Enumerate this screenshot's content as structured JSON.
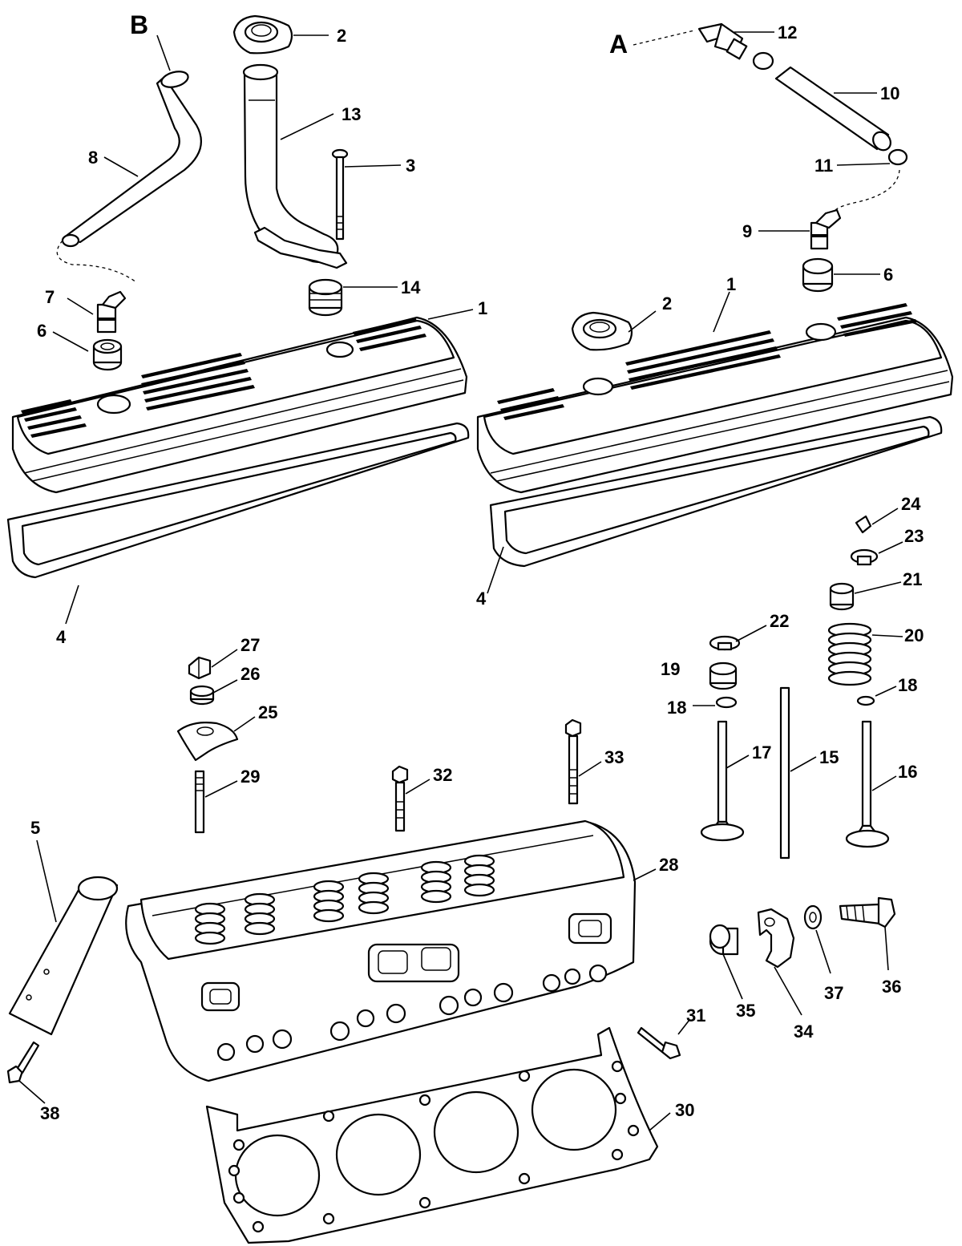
{
  "diagram": {
    "callouts": {
      "B": "B",
      "A": "A",
      "n1a": "1",
      "n1b": "1",
      "n2a": "2",
      "n2b": "2",
      "n3": "3",
      "n4a": "4",
      "n4b": "4",
      "n5": "5",
      "n6a": "6",
      "n6b": "6",
      "n7": "7",
      "n8": "8",
      "n9": "9",
      "n10": "10",
      "n11": "11",
      "n12": "12",
      "n13": "13",
      "n14": "14",
      "n15": "15",
      "n16": "16",
      "n17": "17",
      "n18a": "18",
      "n18b": "18",
      "n19": "19",
      "n20": "20",
      "n21": "21",
      "n22": "22",
      "n23": "23",
      "n24": "24",
      "n25": "25",
      "n26": "26",
      "n27": "27",
      "n28": "28",
      "n29": "29",
      "n30": "30",
      "n31": "31",
      "n32": "32",
      "n33": "33",
      "n34": "34",
      "n35": "35",
      "n36": "36",
      "n37": "37",
      "n38": "38"
    }
  }
}
